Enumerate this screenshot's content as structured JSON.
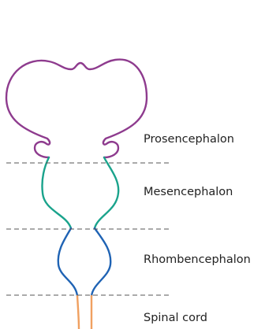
{
  "regions": [
    {
      "id": "prosencephalon",
      "label": "Prosencephalon",
      "color": "#8e3b8e"
    },
    {
      "id": "mesencephalon",
      "label": "Mesencephalon",
      "color": "#1aa38c"
    },
    {
      "id": "rhombencephalon",
      "label": "Rhombencephalon",
      "color": "#1f63b4"
    },
    {
      "id": "spinal-cord",
      "label": "Spinal cord",
      "color": "#f0a060"
    }
  ]
}
